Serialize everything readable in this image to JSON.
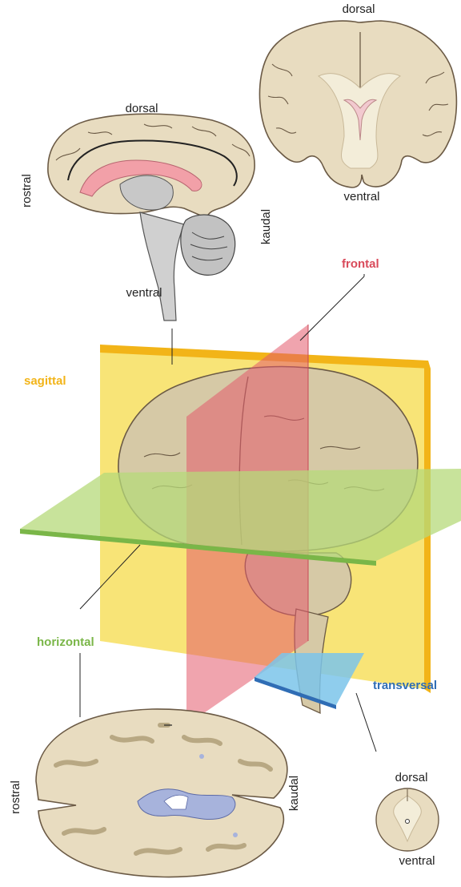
{
  "sagittal_view": {
    "dorsal": "dorsal",
    "ventral": "ventral",
    "rostral": "rostral",
    "kaudal": "kaudal"
  },
  "frontal_view": {
    "dorsal": "dorsal",
    "ventral": "ventral"
  },
  "horizontal_view": {
    "rostral": "rostral",
    "kaudal": "kaudal"
  },
  "transversal_view": {
    "dorsal": "dorsal",
    "ventral": "ventral"
  },
  "planes": {
    "sagittal": "sagittal",
    "frontal": "frontal",
    "horizontal": "horizontal",
    "transversal": "transversal"
  },
  "colors": {
    "sagittal": "#f2b418",
    "frontal": "#d94a5a",
    "horizontal": "#7ab648",
    "transversal": "#2f6db5",
    "brain_tissue": "#e8dcc0",
    "white_matter": "#f3edd9",
    "outline": "#6b5a45",
    "ventricle": "#f2c9cf",
    "ventricle_blue": "#a7b3dc"
  }
}
